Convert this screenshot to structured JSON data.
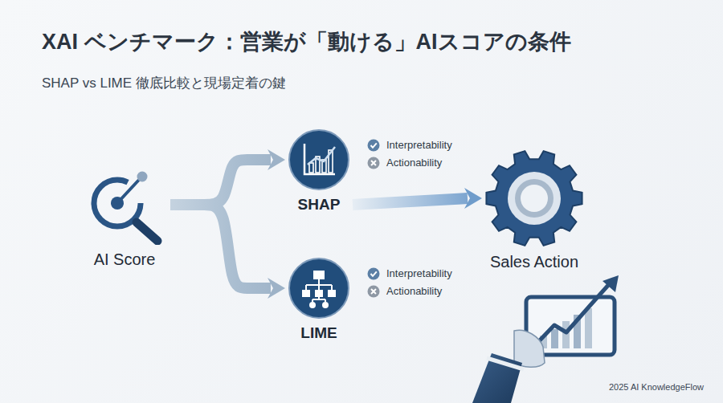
{
  "diagram": {
    "title": "XAI ベンチマーク：営業が「動ける」AIスコアの条件",
    "nodes": [
      {
        "text": [
          "AI Score"
        ]
      },
      {
        "text": [
          "SHAP"
        ]
      },
      {
        "text": [
          "LIME"
        ]
      },
      {
        "text": [
          "Sales Action"
        ]
      }
    ],
    "edges": [
      {
        "from": 0,
        "to": 1,
        "arrow": "to"
      },
      {
        "from": 0,
        "to": 2,
        "arrow": "to"
      },
      {
        "from": 1,
        "to": 3,
        "arrow": "to"
      }
    ],
    "labels": [
      "SHAP vs LIME 徹底比較と現場定着の鍵",
      "Interpretability",
      "Actionability",
      "Interpretability",
      "Actionability",
      "2025 AI KnowledgeFlow"
    ]
  }
}
